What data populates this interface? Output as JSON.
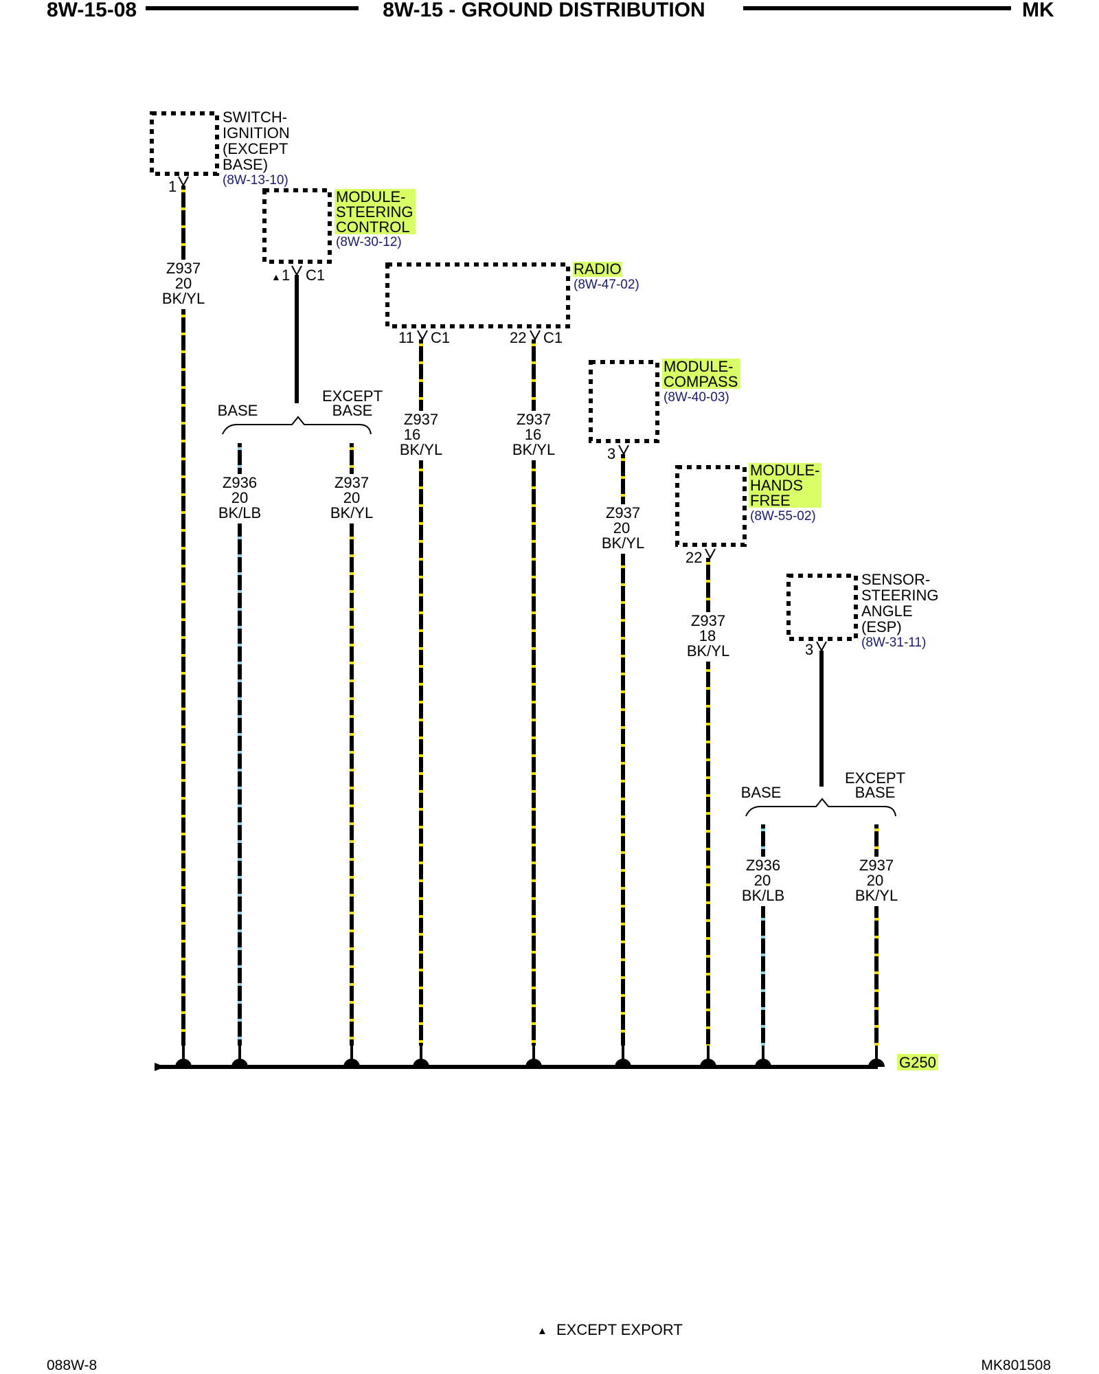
{
  "header": {
    "left": "8W-15-08",
    "center": "8W-15 - GROUND DISTRIBUTION",
    "right": "MK"
  },
  "components": {
    "switch_ignition": {
      "name": [
        "SWITCH-",
        "IGNITION",
        "(EXCEPT",
        "BASE)"
      ],
      "ref": "(8W-13-10)",
      "pin": "1"
    },
    "module_steering_control": {
      "name": [
        "MODULE-",
        "STEERING",
        "CONTROL"
      ],
      "ref": "(8W-30-12)",
      "pin": "1",
      "connector": "C1",
      "pin_marker": "▲"
    },
    "radio": {
      "name": [
        "RADIO"
      ],
      "ref": "(8W-47-02)",
      "pins": [
        {
          "pin": "11",
          "connector": "C1"
        },
        {
          "pin": "22",
          "connector": "C1"
        }
      ]
    },
    "module_compass": {
      "name": [
        "MODULE-",
        "COMPASS"
      ],
      "ref": "(8W-40-03)",
      "pin": "3"
    },
    "module_hands_free": {
      "name": [
        "MODULE-",
        "HANDS",
        "FREE"
      ],
      "ref": "(8W-55-02)",
      "pin": "22"
    },
    "sensor_steering_angle": {
      "name": [
        "SENSOR-",
        "STEERING",
        "ANGLE",
        "(ESP)"
      ],
      "ref": "(8W-31-11)",
      "pin": "3"
    }
  },
  "splits": {
    "left": {
      "base": "BASE",
      "except_base": [
        "EXCEPT",
        "BASE"
      ]
    },
    "right": {
      "base": "BASE",
      "except_base": [
        "EXCEPT",
        "BASE"
      ]
    }
  },
  "wires": [
    {
      "id": "w1",
      "circuit": "Z937",
      "gauge": "20",
      "color": "BK/YL"
    },
    {
      "id": "w2",
      "circuit": "Z936",
      "gauge": "20",
      "color": "BK/LB"
    },
    {
      "id": "w3",
      "circuit": "Z937",
      "gauge": "20",
      "color": "BK/YL"
    },
    {
      "id": "w4",
      "circuit": "Z937",
      "gauge": "16",
      "color": "BK/YL"
    },
    {
      "id": "w5",
      "circuit": "Z937",
      "gauge": "16",
      "color": "BK/YL"
    },
    {
      "id": "w6",
      "circuit": "Z937",
      "gauge": "20",
      "color": "BK/YL"
    },
    {
      "id": "w7",
      "circuit": "Z937",
      "gauge": "18",
      "color": "BK/YL"
    },
    {
      "id": "w8",
      "circuit": "Z936",
      "gauge": "20",
      "color": "BK/LB"
    },
    {
      "id": "w9",
      "circuit": "Z937",
      "gauge": "20",
      "color": "BK/YL"
    }
  ],
  "ground": {
    "label": "G250"
  },
  "legend": {
    "marker": "▲",
    "text": "EXCEPT EXPORT"
  },
  "footer": {
    "left": "088W-8",
    "right": "MK801508"
  },
  "colors": {
    "highlight": "#d8ff66",
    "stripe_yellow": "#f2dd00",
    "stripe_lightblue": "#8ecfe6",
    "wire_black": "#000000",
    "ref_text": "#1a1a6e"
  }
}
